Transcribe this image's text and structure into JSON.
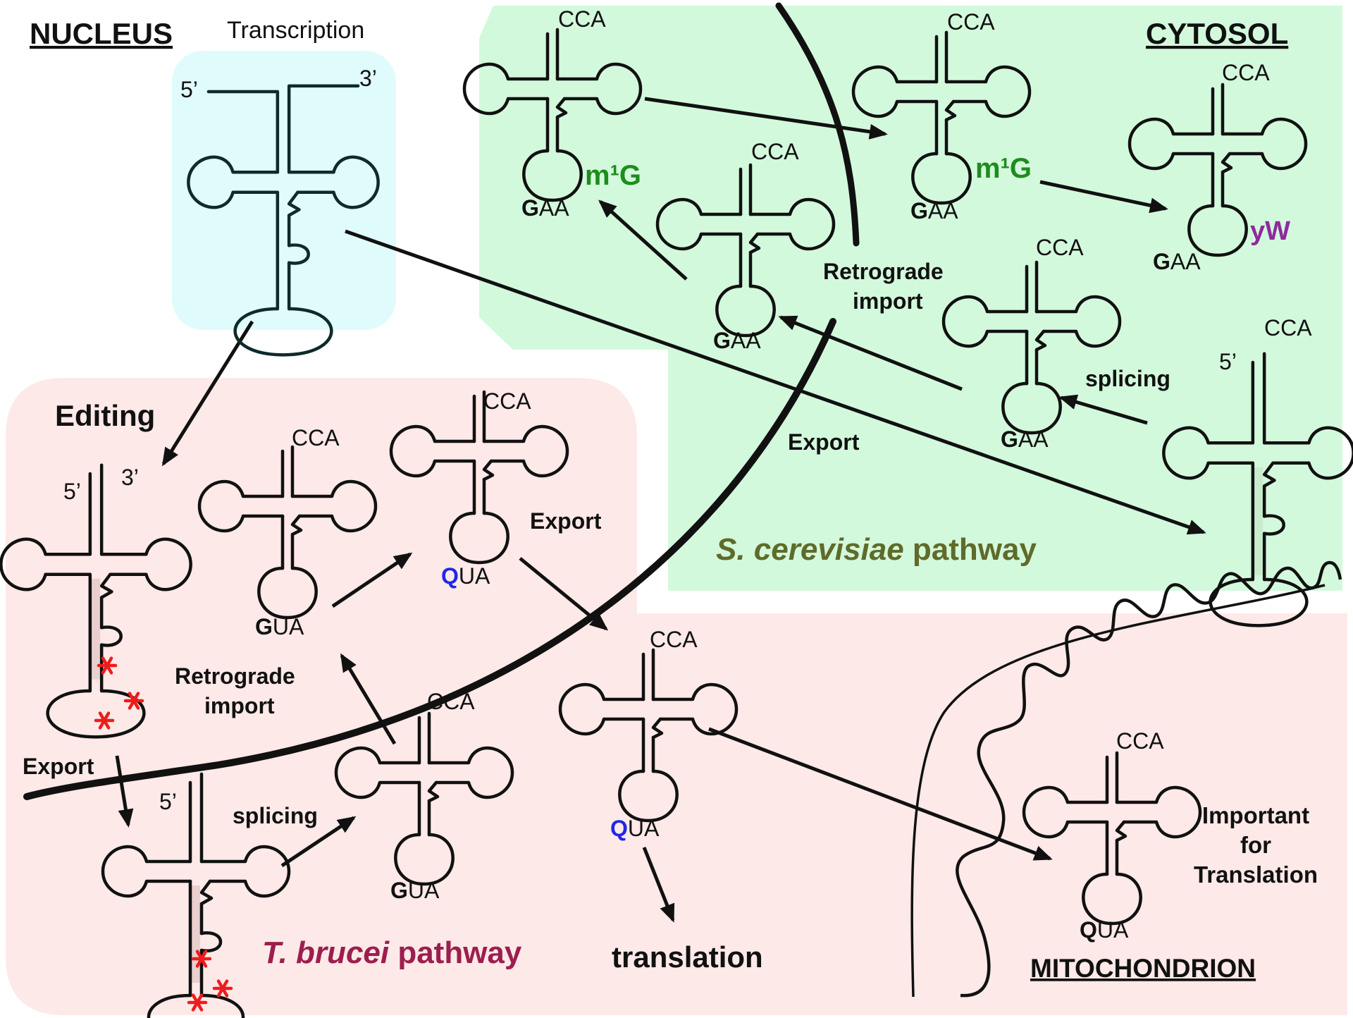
{
  "regions": {
    "nucleus": "NUCLEUS",
    "cytosol": "CYTOSOL",
    "mitochondrion": "MITOCHONDRION",
    "tb_pathway_italic": "T. brucei",
    "tb_pathway_rest": " pathway",
    "sc_pathway_italic": "S. cerevisiae",
    "sc_pathway_rest": " pathway"
  },
  "process": {
    "transcription": "Transcription",
    "editing": "Editing",
    "export": "Export",
    "retrograde": "Retrograde",
    "import": "import",
    "splicing": "splicing",
    "translation": "translation",
    "important_1": "Important",
    "important_2": "for",
    "important_3": "Translation"
  },
  "ends": {
    "five": "5’",
    "three": "3’",
    "cca": "CCA"
  },
  "anticodons": {
    "g": "G",
    "aa": "AA",
    "q": "Q",
    "ua": "UA",
    "m1g": "m¹G",
    "yw": "yW"
  },
  "colors": {
    "nucleus_box": "#e0fbfc",
    "tb_box": "#fde9e8",
    "sc_box": "#d3f9dc",
    "modification_green": "#1e8c1e",
    "queuosine_blue": "#1f28e6",
    "wybutosine_purple": "#8e2a9e",
    "tb_label": "#9c1e4e",
    "sc_label": "#5f6b2a",
    "edit_star": "#ee1c1c"
  }
}
